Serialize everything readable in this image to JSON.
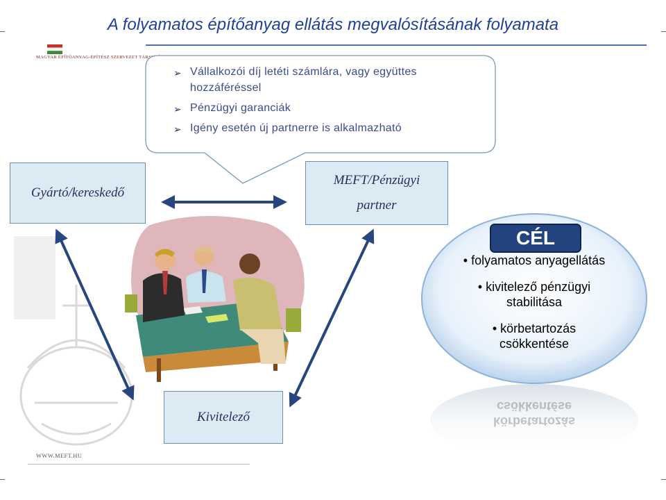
{
  "title": "A folyamatos építőanyag ellátás megvalósításának folyamata",
  "logo": {
    "text": "MAGYAR ÉPÍTŐANYAG-ÉPÍTÉSZ SZERVEZET TÁRSULÁS KFT."
  },
  "callout": {
    "items": [
      "Vállalkozói díj letéti számlára, vagy együttes hozzáféréssel",
      "Pénzügyi garanciák",
      "Igény esetén új partnerre is alkalmazható"
    ]
  },
  "boxes": {
    "manufacturer": "Gyártó/kereskedő",
    "partner_line1": "MEFT/Pénzügyi",
    "partner_line2": "partner",
    "contractor": "Kivitelező"
  },
  "goal": {
    "badge": "CÉL",
    "items": [
      "• folyamatos anyagellátás",
      "• kivitelező pénzügyi stabilitása",
      "• körbetartozás csökkentése"
    ],
    "reflection_line1": "körbetartozás",
    "reflection_line2": "csökkentése"
  },
  "footer": {
    "url": "WWW.MEFT.HU"
  },
  "colors": {
    "title": "#1f3f99",
    "arrow": "#27467f",
    "box_fill": "#dbeaf3",
    "badge_fill": "#23437f"
  },
  "icons": [
    "bullet-arrow-icon",
    "double-arrow-icon",
    "meeting-illustration",
    "crown-watermark"
  ]
}
